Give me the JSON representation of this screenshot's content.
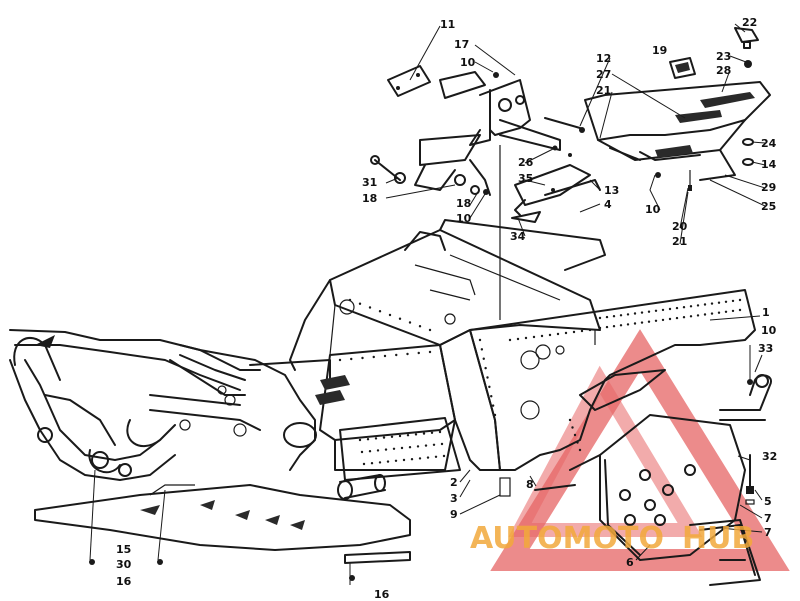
{
  "callouts": [
    "1",
    "2",
    "3",
    "4",
    "5",
    "6",
    "7",
    "8",
    "9",
    "10",
    "11",
    "12",
    "13",
    "14",
    "15",
    "16",
    "17",
    "18",
    "19",
    "20",
    "21",
    "22",
    "23",
    "24",
    "25",
    "26",
    "27",
    "28",
    "29",
    "30",
    "31",
    "32",
    "33",
    "34",
    "35"
  ],
  "watermark": {
    "text_a": "AUTOMOTO",
    "text_b": "HUB",
    "color_red": "#e24a4a",
    "color_orange": "#f2a93b"
  }
}
